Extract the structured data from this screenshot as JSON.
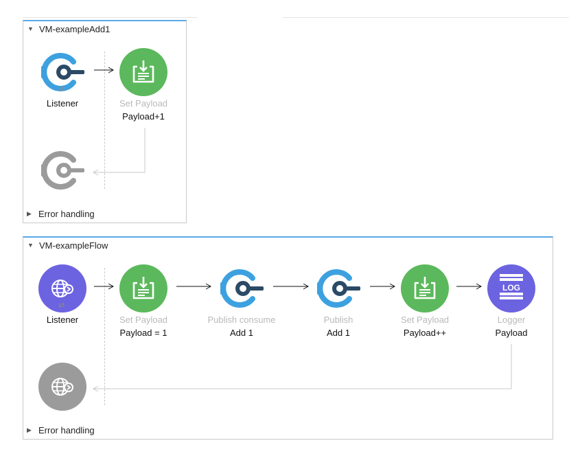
{
  "flows": [
    {
      "name": "VM-exampleAdd1",
      "error_handling": "Error handling",
      "source": {
        "kind": "vm-connector",
        "label": "Listener"
      },
      "steps": [
        {
          "kind": "set-payload",
          "title": "Set Payload",
          "subtitle": "Payload+1"
        }
      ]
    },
    {
      "name": "VM-exampleFlow",
      "error_handling": "Error handling",
      "source": {
        "kind": "http-globe",
        "label": "Listener"
      },
      "steps": [
        {
          "kind": "set-payload",
          "title": "Set Payload",
          "subtitle": "Payload = 1"
        },
        {
          "kind": "vm-connector",
          "title": "Publish consume",
          "subtitle": "Add 1"
        },
        {
          "kind": "vm-connector",
          "title": "Publish",
          "subtitle": "Add 1"
        },
        {
          "kind": "set-payload",
          "title": "Set Payload",
          "subtitle": "Payload++"
        },
        {
          "kind": "logger",
          "title": "Logger",
          "subtitle": "Payload"
        }
      ]
    }
  ],
  "icons": {
    "vm-connector": "vm-connector-icon",
    "set-payload": "set-payload-icon",
    "http-globe": "http-listener-globe-icon",
    "logger": "logger-icon",
    "sync": "sync-arrows-icon",
    "collapse": "triangle-down-icon",
    "expand": "triangle-right-icon"
  },
  "icon_text": {
    "logger": "LOG"
  },
  "colors": {
    "vm_blue": "#3da1e0",
    "vm_dark": "#2b4a66",
    "set_payload_green": "#5cb85c",
    "http_purple": "#6c63e0",
    "logger_purple": "#6c63e0",
    "inactive_gray": "#9b9b9b",
    "flow_border_top": "#5aa9e6"
  }
}
